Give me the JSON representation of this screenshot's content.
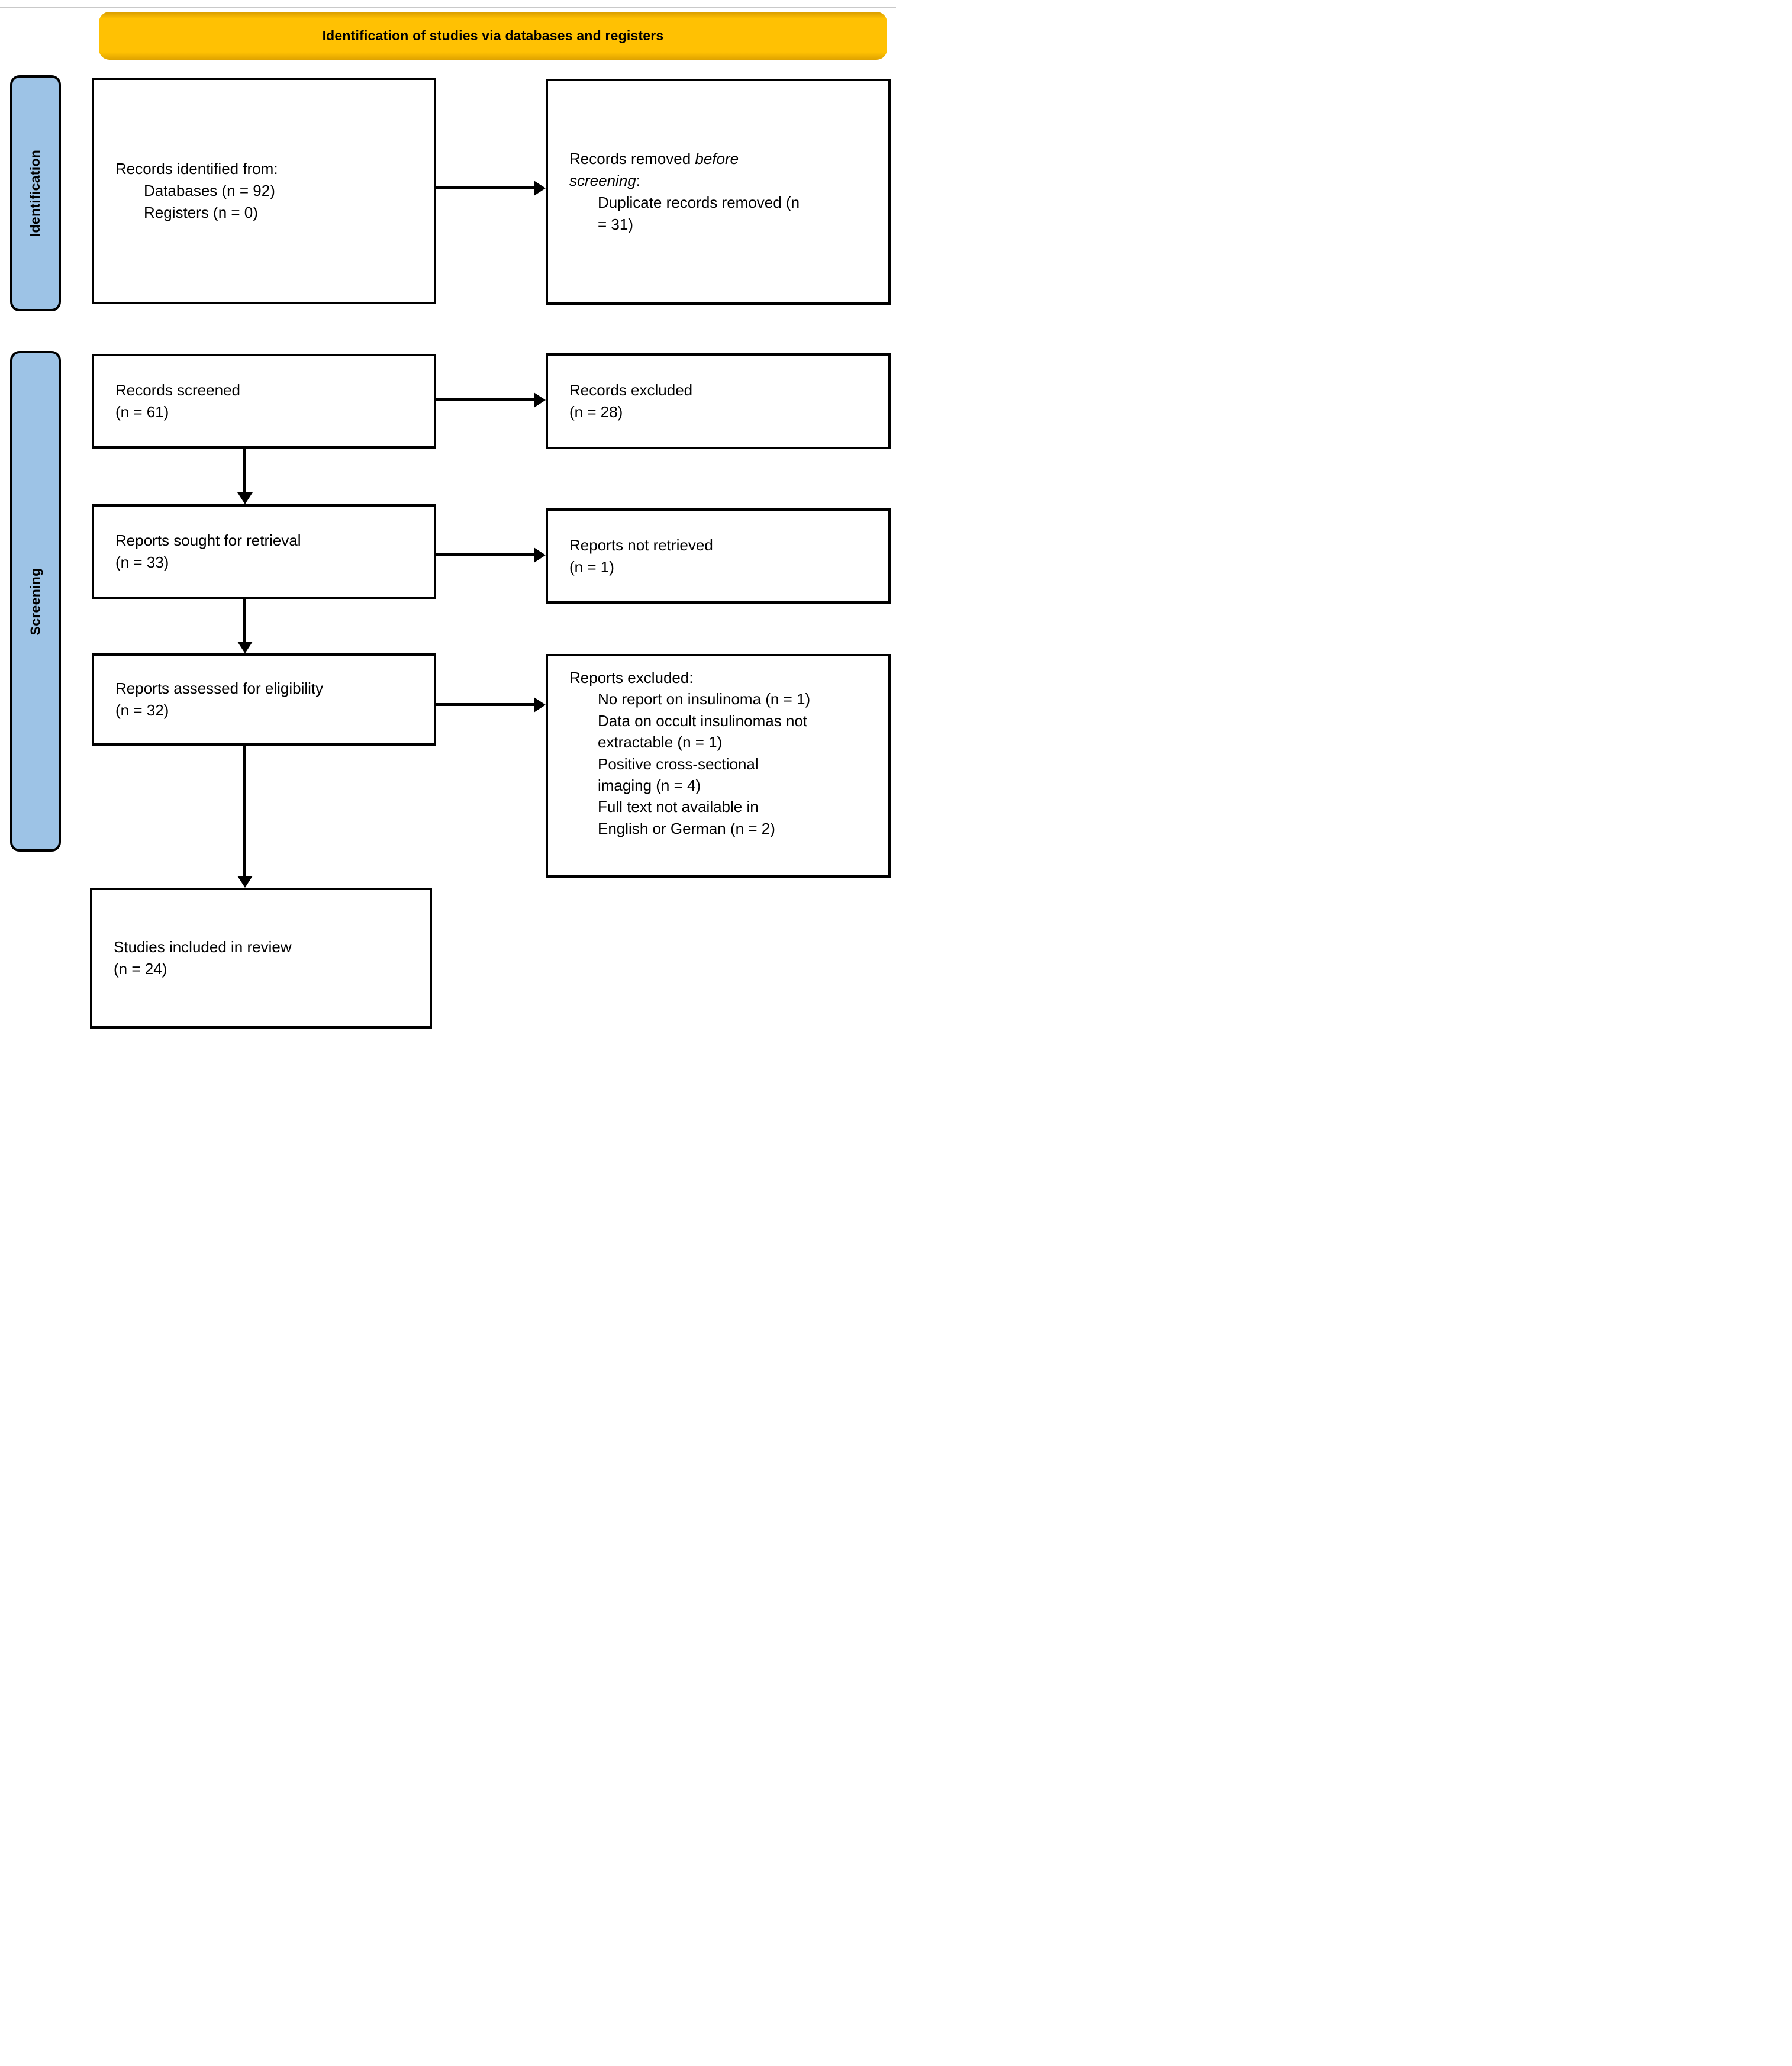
{
  "banner": {
    "title": "Identification of studies via databases and registers",
    "background": "#FFC000"
  },
  "stage_labels": {
    "identification": "Identification",
    "screening": "Screening"
  },
  "colors": {
    "stage_tab_fill": "#9DC3E6",
    "box_border": "#000000",
    "text": "#000000"
  },
  "boxes": {
    "identified": {
      "intro": "Records identified from:",
      "items": [
        "Databases (n = 92)",
        "Registers (n = 0)"
      ]
    },
    "removed": {
      "prefix": "Records removed ",
      "emphasis": "before screening",
      "suffix": ":",
      "items": [
        "Duplicate records removed (n = 31)"
      ]
    },
    "screened": {
      "label": "Records screened",
      "count": "(n = 61)"
    },
    "excluded": {
      "label": "Records excluded",
      "count": "(n = 28)"
    },
    "sought": {
      "label": "Reports sought for retrieval",
      "count": "(n = 33)"
    },
    "not_retrieved": {
      "label": "Reports not retrieved",
      "count": "(n = 1)"
    },
    "assessed": {
      "label": "Reports assessed for eligibility",
      "count": "(n = 32)"
    },
    "reports_excluded": {
      "title": "Reports excluded:",
      "reasons": [
        "No report on insulinoma (n = 1)",
        "Data on occult insulinomas not extractable (n = 1)",
        "Positive cross-sectional imaging (n = 4)",
        "Full text not available in English or German (n = 2)"
      ]
    },
    "included": {
      "label": "Studies included in review",
      "count": "(n = 24)"
    }
  }
}
